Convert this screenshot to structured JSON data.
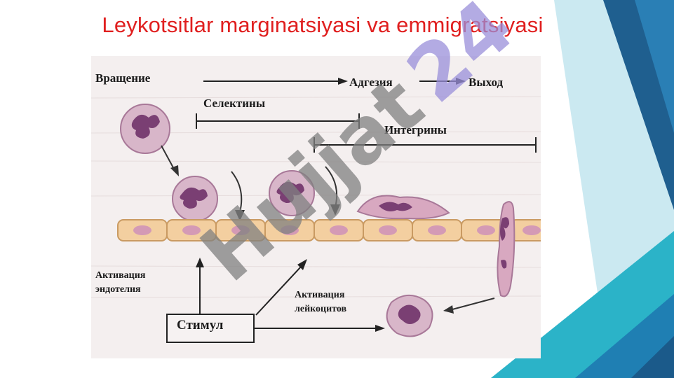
{
  "slide": {
    "title": "Leykotsitlar marginatsiyasi va emmigratsiyasi"
  },
  "figure": {
    "labels": {
      "rotation": "Вращение",
      "adhesion": "Адгезия",
      "exit": "Выход",
      "selectins": "Селектины",
      "integrins": "Интегрины",
      "endothelium_activation_line1": "Активация",
      "endothelium_activation_line2": "эндотелия",
      "leukocyte_activation_line1": "Активация",
      "leukocyte_activation_line2": "лейкоцитов",
      "stimulus": "Стимул"
    }
  },
  "watermark": {
    "text": "Hujjat 24"
  },
  "colors": {
    "title": "#e01f1f",
    "cell_membrane": "#c98ab3",
    "nucleus": "#8a4f80",
    "endothelium": "#f3cfa0",
    "deco_blue": "#1f7fb3",
    "deco_teal": "#2bb3c8",
    "watermark_gray": "#808080",
    "watermark_violet": "#9a8fd9"
  }
}
